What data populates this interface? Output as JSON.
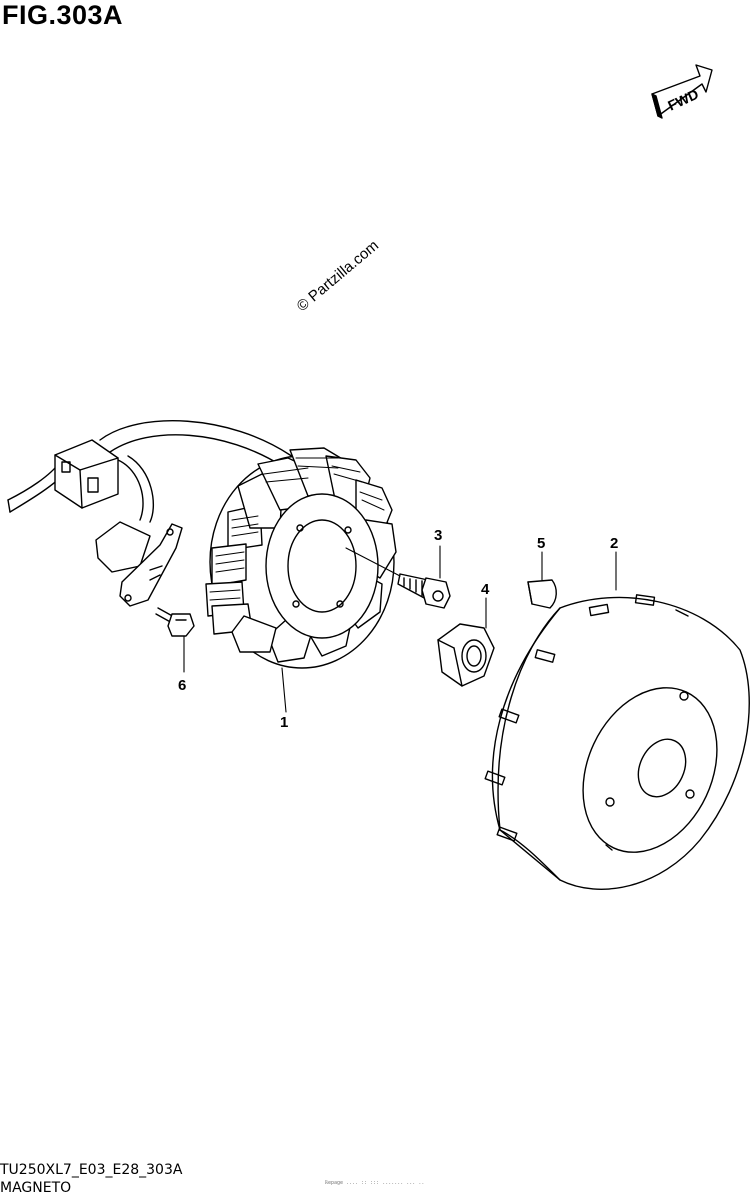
{
  "figure": {
    "title": "FIG.303A",
    "fwd_label": "FWD",
    "watermark": "© Partzilla.com",
    "drawing_code": "TU250XL7_E03_E28_303A",
    "section_name": "MAGNETO",
    "fine_print": "ℝepage .... :: ::: ....... ... .."
  },
  "callouts": [
    {
      "number": "1",
      "part": "stator"
    },
    {
      "number": "2",
      "part": "rotor"
    },
    {
      "number": "3",
      "part": "bolt"
    },
    {
      "number": "4",
      "part": "nut"
    },
    {
      "number": "5",
      "part": "key"
    },
    {
      "number": "6",
      "part": "screw"
    }
  ],
  "colors": {
    "ink": "#000000",
    "background": "#ffffff"
  }
}
